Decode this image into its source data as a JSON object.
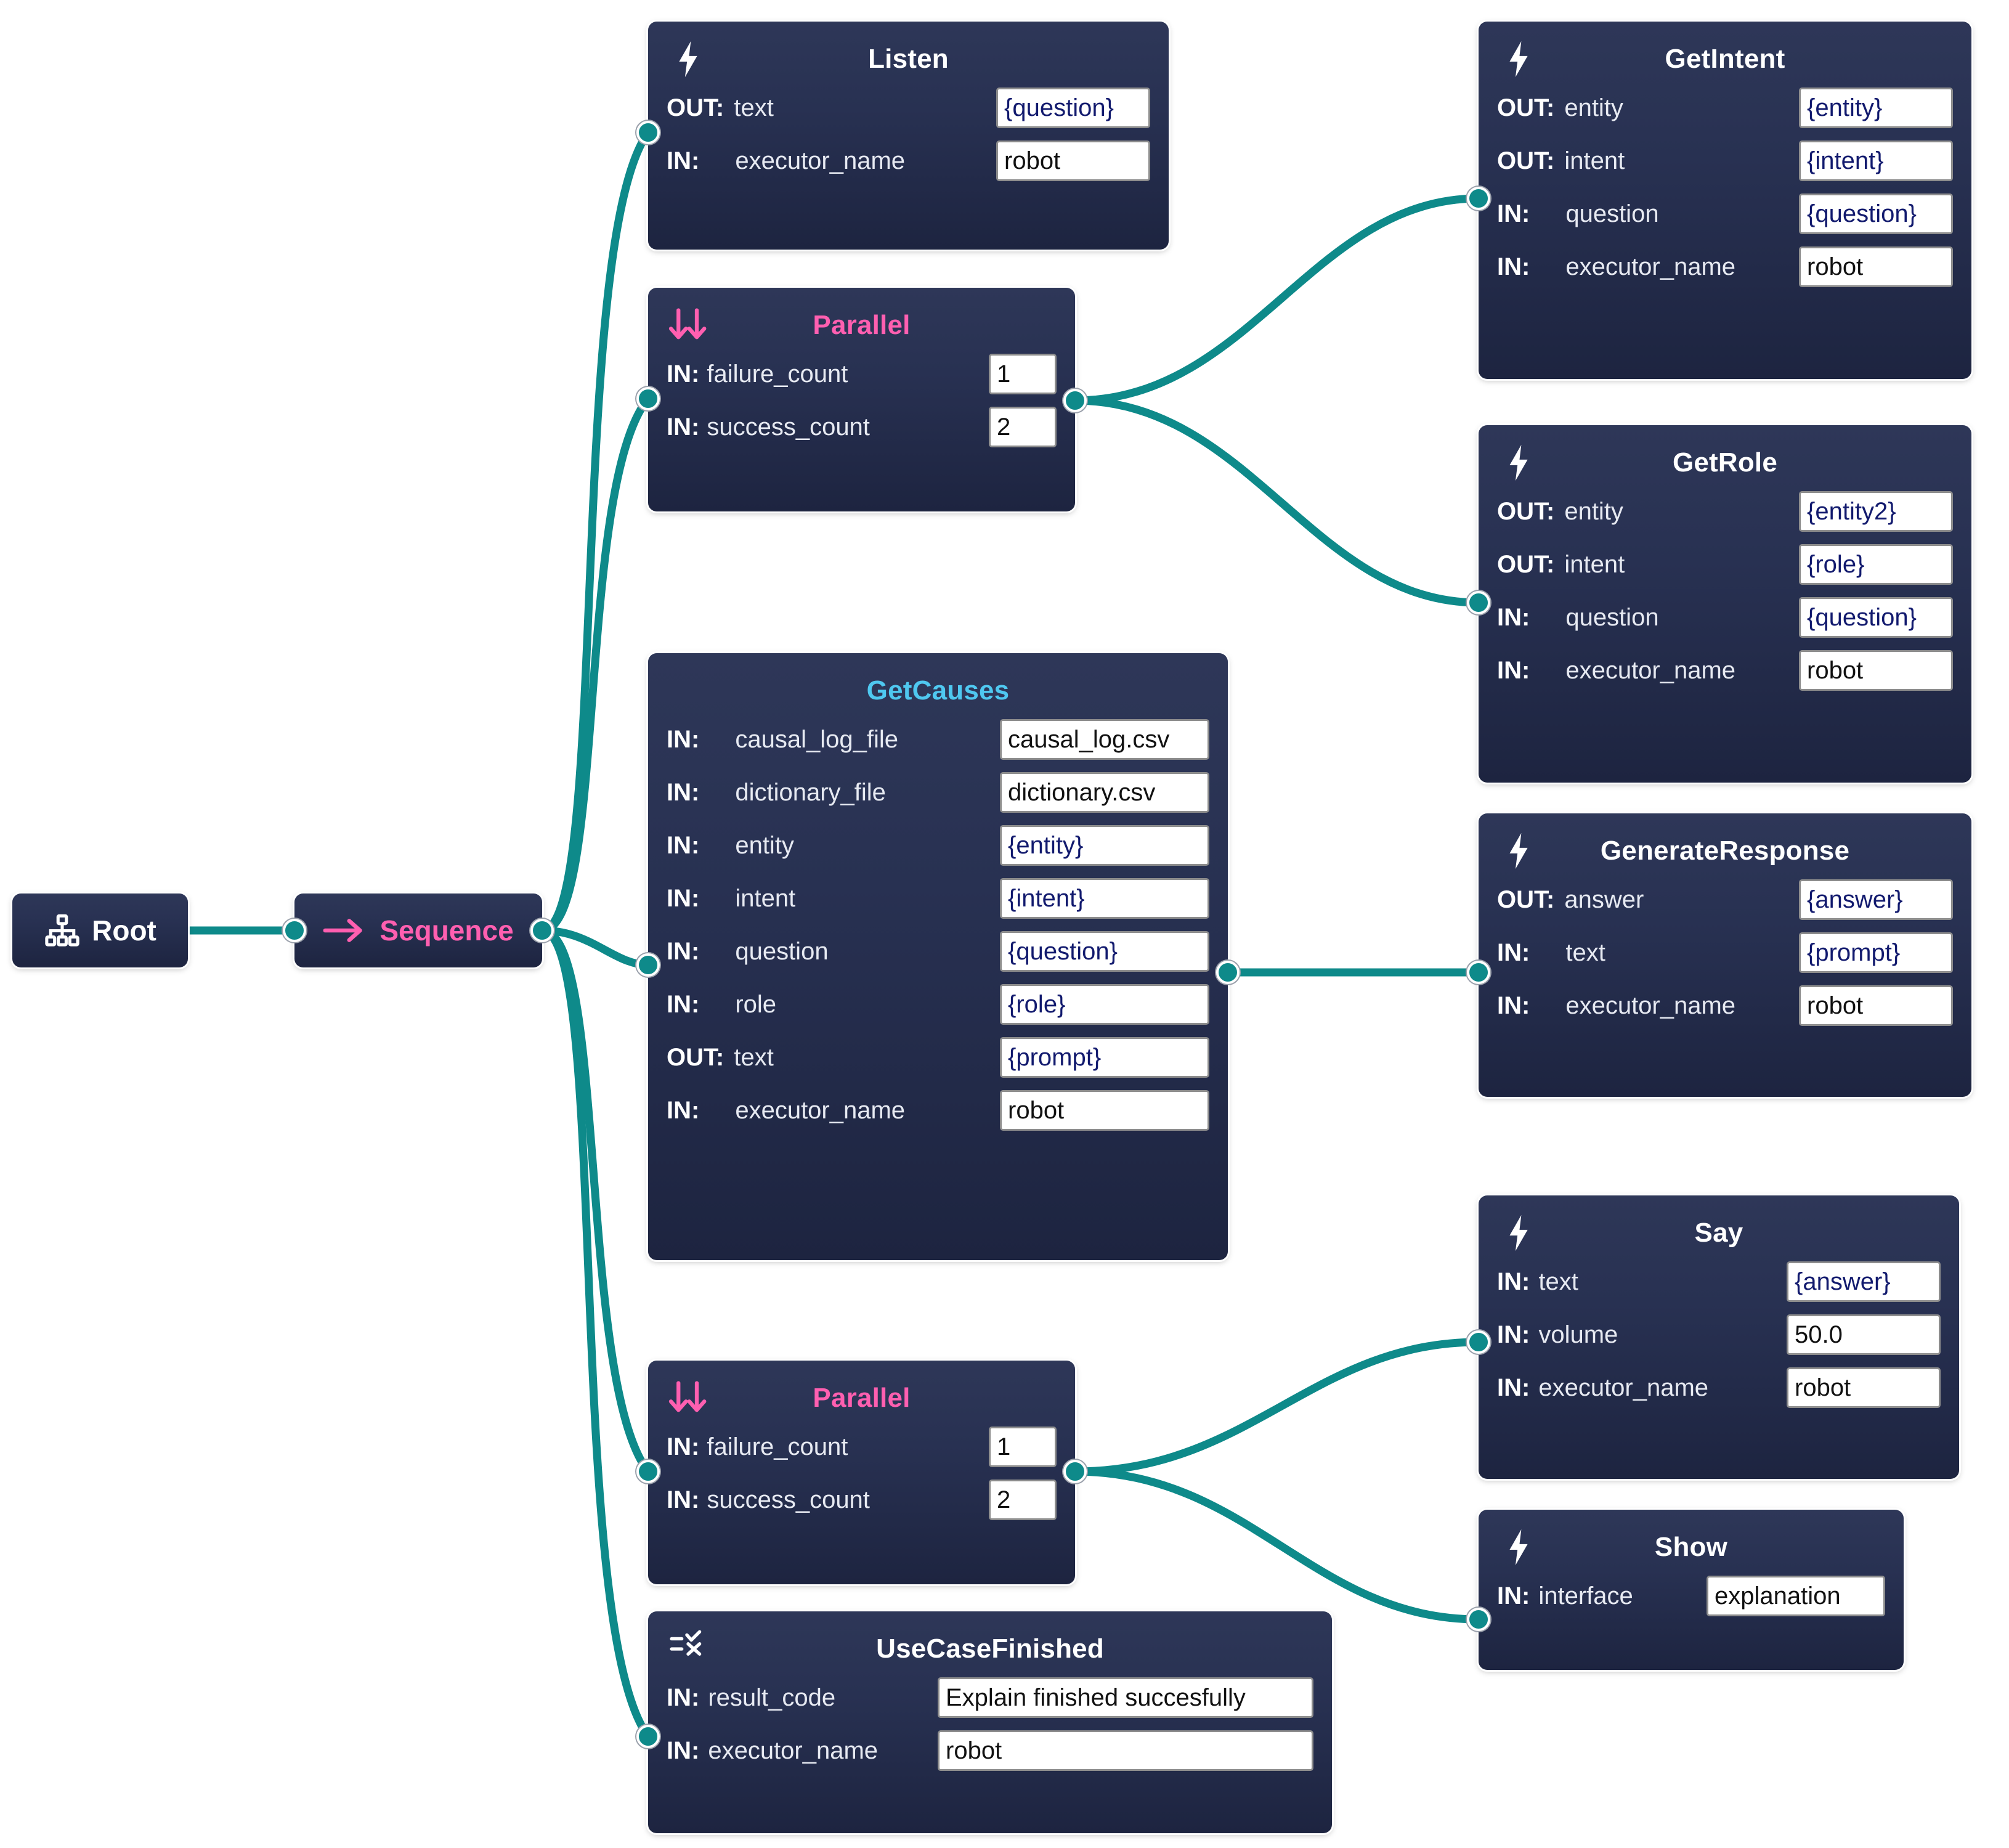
{
  "theme": {
    "node_bg_top": "#2e3758",
    "node_bg_bottom": "#1d2440",
    "edge_color": "#0e8a8a",
    "port_color": "#0e8a8a",
    "accent_pink": "#ff5fb0",
    "accent_cyan": "#4fc8f0",
    "template_value_color": "#121a6e",
    "canvas_bg": "#ffffff"
  },
  "labels": {
    "in": "IN:",
    "out": "OUT:"
  },
  "nodes": {
    "root": {
      "title": "Root",
      "icon": "sitemap-icon",
      "title_color": "white"
    },
    "sequence": {
      "title": "Sequence",
      "icon": "arrow-right-icon",
      "title_color": "pink"
    },
    "listen": {
      "title": "Listen",
      "icon": "lightning-icon",
      "ports": [
        {
          "dir": "OUT:",
          "name": "text",
          "value": "{question}",
          "template": true
        },
        {
          "dir": "IN:",
          "name": "executor_name",
          "value": "robot",
          "template": false
        }
      ]
    },
    "parallel_top": {
      "title": "Parallel",
      "icon": "double-down-arrow-icon",
      "title_color": "pink",
      "ports": [
        {
          "dir": "IN:",
          "name": "failure_count",
          "value": "1",
          "template": false
        },
        {
          "dir": "IN:",
          "name": "success_count",
          "value": "2",
          "template": false
        }
      ]
    },
    "get_intent": {
      "title": "GetIntent",
      "icon": "lightning-icon",
      "ports": [
        {
          "dir": "OUT:",
          "name": "entity",
          "value": "{entity}",
          "template": true
        },
        {
          "dir": "OUT:",
          "name": "intent",
          "value": "{intent}",
          "template": true
        },
        {
          "dir": "IN:",
          "name": "question",
          "value": "{question}",
          "template": true
        },
        {
          "dir": "IN:",
          "name": "executor_name",
          "value": "robot",
          "template": false
        }
      ]
    },
    "get_role": {
      "title": "GetRole",
      "icon": "lightning-icon",
      "ports": [
        {
          "dir": "OUT:",
          "name": "entity",
          "value": "{entity2}",
          "template": true
        },
        {
          "dir": "OUT:",
          "name": "intent",
          "value": "{role}",
          "template": true
        },
        {
          "dir": "IN:",
          "name": "question",
          "value": "{question}",
          "template": true
        },
        {
          "dir": "IN:",
          "name": "executor_name",
          "value": "robot",
          "template": false
        }
      ]
    },
    "get_causes": {
      "title": "GetCauses",
      "icon": "none",
      "title_color": "cyan",
      "ports": [
        {
          "dir": "IN:",
          "name": "causal_log_file",
          "value": "causal_log.csv",
          "template": false
        },
        {
          "dir": "IN:",
          "name": "dictionary_file",
          "value": "dictionary.csv",
          "template": false
        },
        {
          "dir": "IN:",
          "name": "entity",
          "value": "{entity}",
          "template": true
        },
        {
          "dir": "IN:",
          "name": "intent",
          "value": "{intent}",
          "template": true
        },
        {
          "dir": "IN:",
          "name": "question",
          "value": "{question}",
          "template": true
        },
        {
          "dir": "IN:",
          "name": "role",
          "value": "{role}",
          "template": true
        },
        {
          "dir": "OUT:",
          "name": "text",
          "value": "{prompt}",
          "template": true
        },
        {
          "dir": "IN:",
          "name": "executor_name",
          "value": "robot",
          "template": false
        }
      ]
    },
    "generate_response": {
      "title": "GenerateResponse",
      "icon": "lightning-icon",
      "ports": [
        {
          "dir": "OUT:",
          "name": "answer",
          "value": "{answer}",
          "template": true
        },
        {
          "dir": "IN:",
          "name": "text",
          "value": "{prompt}",
          "template": true
        },
        {
          "dir": "IN:",
          "name": "executor_name",
          "value": "robot",
          "template": false
        }
      ]
    },
    "parallel_bottom": {
      "title": "Parallel",
      "icon": "double-down-arrow-icon",
      "title_color": "pink",
      "ports": [
        {
          "dir": "IN:",
          "name": "failure_count",
          "value": "1",
          "template": false
        },
        {
          "dir": "IN:",
          "name": "success_count",
          "value": "2",
          "template": false
        }
      ]
    },
    "say": {
      "title": "Say",
      "icon": "lightning-icon",
      "ports": [
        {
          "dir": "IN:",
          "name": "text",
          "value": "{answer}",
          "template": true
        },
        {
          "dir": "IN:",
          "name": "volume",
          "value": "50.0",
          "template": false
        },
        {
          "dir": "IN:",
          "name": "executor_name",
          "value": "robot",
          "template": false
        }
      ]
    },
    "show": {
      "title": "Show",
      "icon": "lightning-icon",
      "ports": [
        {
          "dir": "IN:",
          "name": "interface",
          "value": "explanation",
          "template": false
        }
      ]
    },
    "use_case_finished": {
      "title": "UseCaseFinished",
      "icon": "checklist-icon",
      "ports": [
        {
          "dir": "IN:",
          "name": "result_code",
          "value": "Explain finished succesfully",
          "template": false
        },
        {
          "dir": "IN:",
          "name": "executor_name",
          "value": "robot",
          "template": false
        }
      ]
    }
  },
  "edges": [
    {
      "from": "root",
      "to": "sequence"
    },
    {
      "from": "sequence",
      "to": "listen"
    },
    {
      "from": "sequence",
      "to": "parallel_top"
    },
    {
      "from": "sequence",
      "to": "get_causes"
    },
    {
      "from": "sequence",
      "to": "parallel_bottom"
    },
    {
      "from": "sequence",
      "to": "use_case_finished"
    },
    {
      "from": "parallel_top",
      "to": "get_intent"
    },
    {
      "from": "parallel_top",
      "to": "get_role"
    },
    {
      "from": "get_causes",
      "to": "generate_response"
    },
    {
      "from": "parallel_bottom",
      "to": "say"
    },
    {
      "from": "parallel_bottom",
      "to": "show"
    }
  ]
}
